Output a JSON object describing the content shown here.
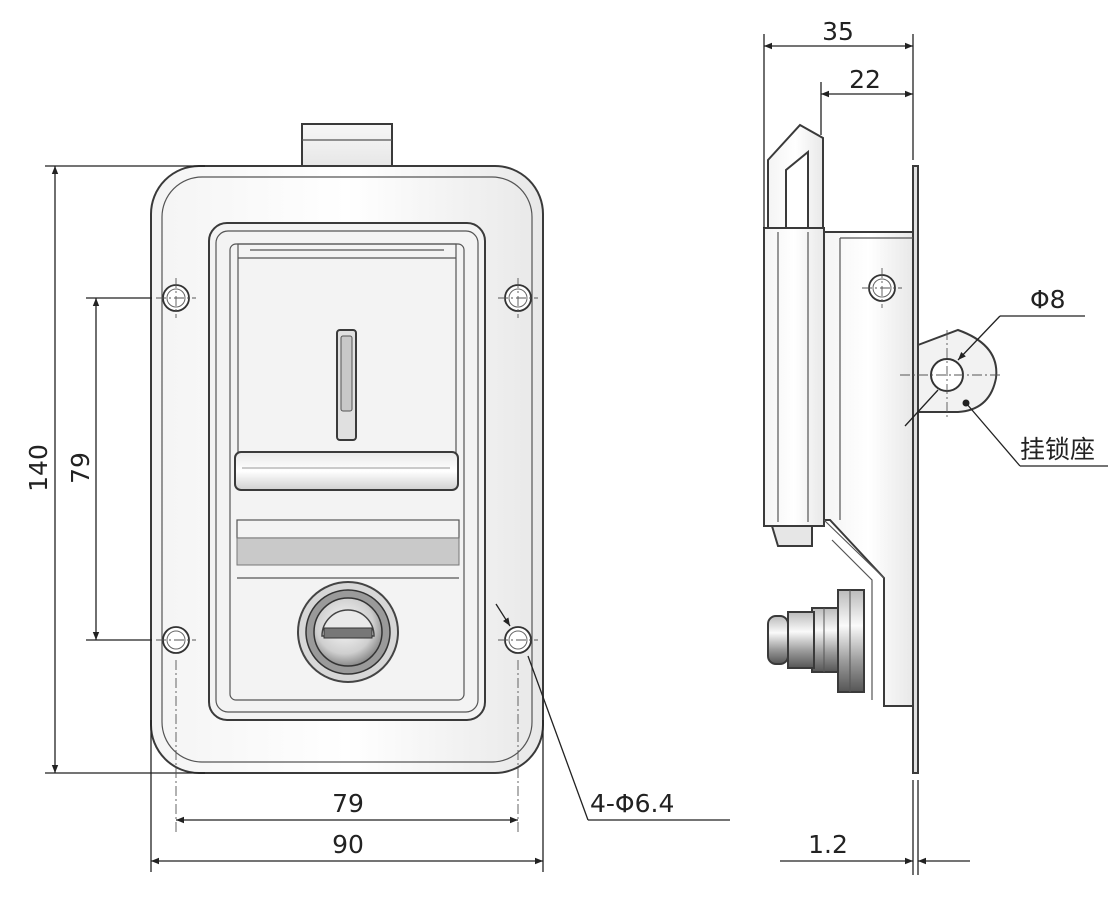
{
  "front_view": {
    "dim_height_total": "140",
    "dim_hole_vertical": "79",
    "dim_hole_horizontal": "79",
    "dim_width_total": "90",
    "hole_callout": "4-Φ6.4"
  },
  "side_view": {
    "dim_depth_total": "35",
    "dim_depth_handle": "22",
    "dim_padlock_hole": "Φ8",
    "padlock_label": "挂锁座",
    "dim_plate_thickness": "1.2"
  }
}
